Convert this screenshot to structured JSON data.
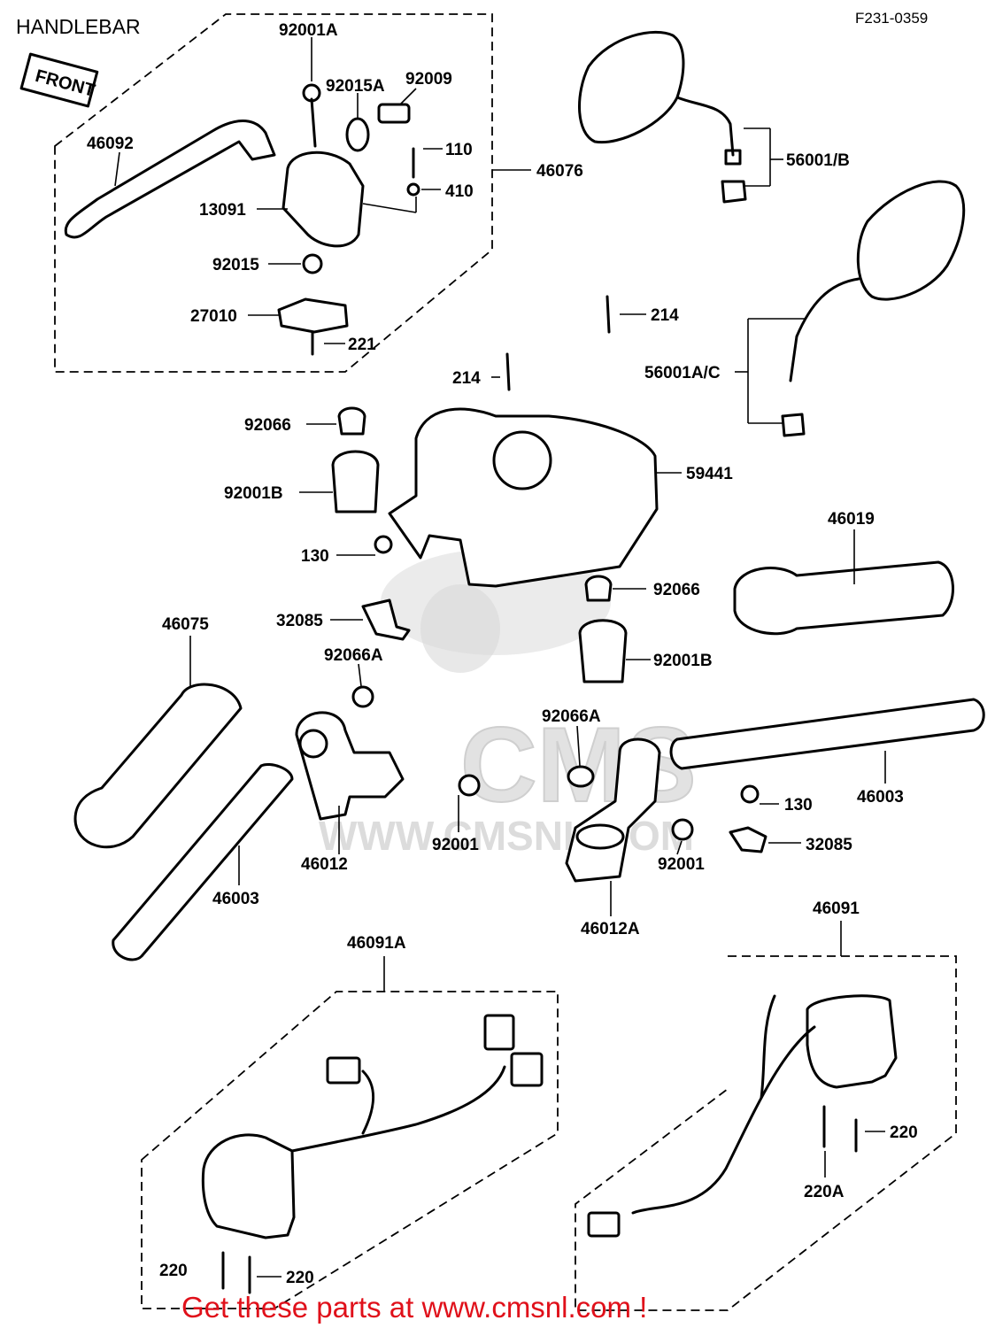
{
  "diagram": {
    "title": "HANDLEBAR",
    "code": "F231-0359",
    "front_marker": "FRONT",
    "watermark_logo": "CMS",
    "watermark_url": "WWW.CMSNL.COM",
    "footer": "Get these parts at www.cmsnl.com !",
    "footer_color": "#e0101a",
    "labels": {
      "p92001A": "92001A",
      "p92015A": "92015A",
      "p92009": "92009",
      "p110": "110",
      "p410": "410",
      "p46092": "46092",
      "p46076": "46076",
      "p13091": "13091",
      "p92015": "92015",
      "p27010": "27010",
      "p221": "221",
      "p56001B": "56001/B",
      "p214a": "214",
      "p214b": "214",
      "p56001AC": "56001A/C",
      "p92066a": "92066",
      "p92001Ba": "92001B",
      "p59441": "59441",
      "p46019": "46019",
      "p130a": "130",
      "p92066b": "92066",
      "p32085a": "32085",
      "p92001Bb": "92001B",
      "p46075": "46075",
      "p92066Aa": "92066A",
      "p92066Ab": "92066A",
      "p46003a": "46003",
      "p46012": "46012",
      "p92001a": "92001",
      "p130b": "130",
      "p32085b": "32085",
      "p92001b": "92001",
      "p46003b": "46003",
      "p46012A": "46012A",
      "p46091": "46091",
      "p46091A": "46091A",
      "p220a": "220",
      "p220A": "220A",
      "p220b": "220",
      "p220c": "220"
    }
  }
}
